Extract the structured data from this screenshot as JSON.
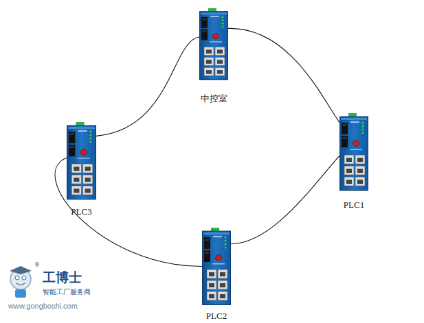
{
  "diagram": {
    "nodes": [
      {
        "text": [
          "中控室"
        ]
      },
      {
        "text": [
          "PLC1"
        ]
      },
      {
        "text": [
          "PLC3"
        ]
      },
      {
        "text": [
          "PLC2"
        ]
      }
    ],
    "edges": [
      {
        "from": 0,
        "to": 1,
        "arrow": "none"
      },
      {
        "from": 1,
        "to": 3,
        "arrow": "none"
      },
      {
        "from": 3,
        "to": 2,
        "arrow": "none"
      },
      {
        "from": 2,
        "to": 0,
        "arrow": "none"
      }
    ],
    "labels": [
      "®",
      "工博士",
      "智能工厂服务商",
      "www.gongboshi.com"
    ]
  }
}
